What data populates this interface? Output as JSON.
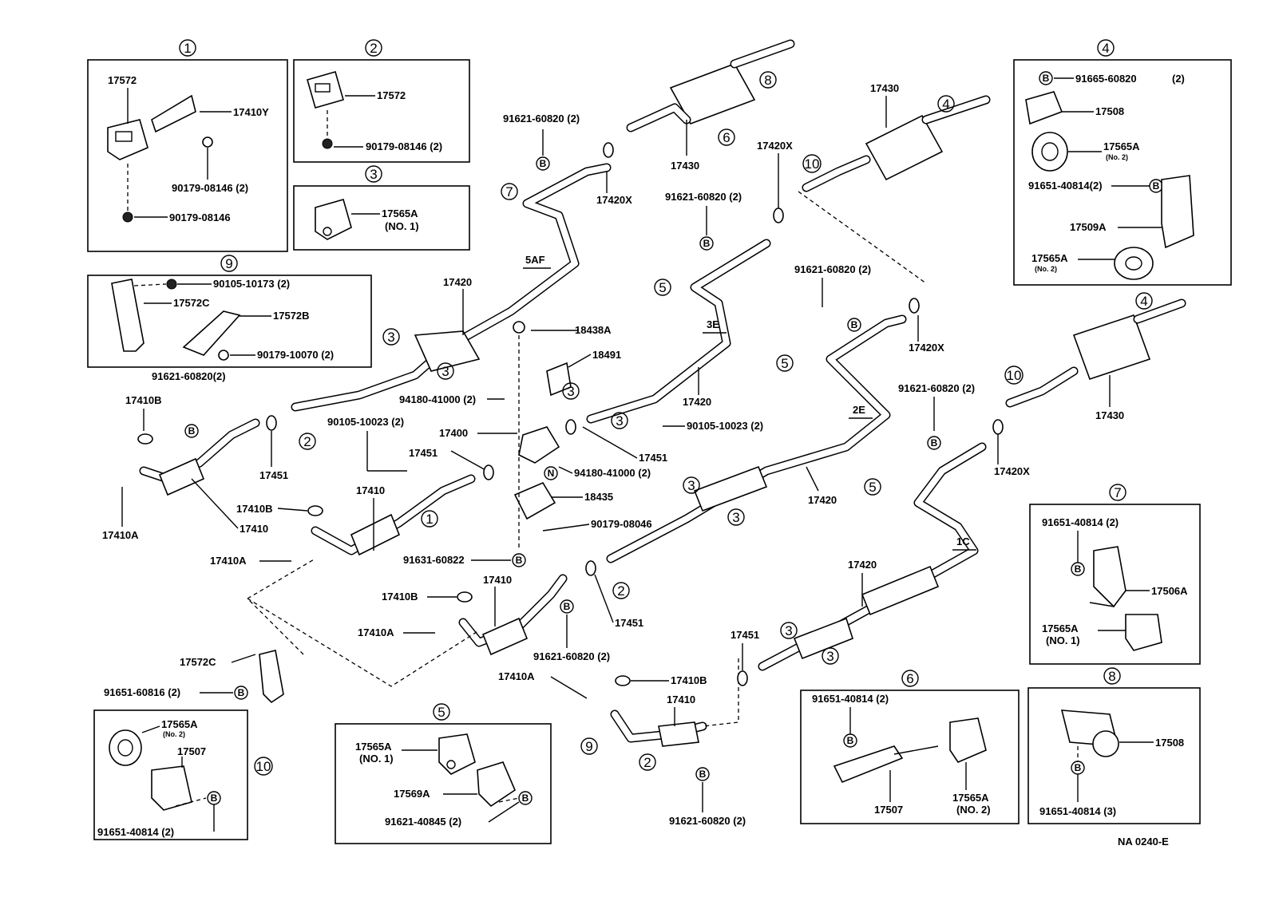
{
  "drawing_code": "NA 0240-E",
  "pipe_variants": [
    "5AF",
    "3E",
    "2E",
    "1C"
  ],
  "detail_boxes": {
    "box1": {
      "num": "1",
      "parts": [
        "17572",
        "17410Y",
        "90179-08146 (2)",
        "90179-08146"
      ]
    },
    "box2": {
      "num": "2",
      "parts": [
        "17572",
        "90179-08146 (2)"
      ]
    },
    "box3": {
      "num": "3",
      "parts": [
        "17565A",
        "(NO. 1)"
      ]
    },
    "box9": {
      "num": "9",
      "parts": [
        "90105-10173 (2)",
        "17572C",
        "17572B",
        "90179-10070 (2)",
        "91621-60820(2)"
      ]
    },
    "box4": {
      "num": "4",
      "parts": [
        "91665-60820",
        "(2)",
        "17508",
        "17565A",
        "(No. 2)",
        "91651-40814(2)",
        "17509A",
        "17565A",
        "(No. 2)"
      ]
    },
    "box7": {
      "num": "7",
      "parts": [
        "91651-40814 (2)",
        "17506A",
        "17565A",
        "(NO. 1)"
      ]
    },
    "box10": {
      "num": "10",
      "parts": [
        "17565A",
        "(No. 2)",
        "17507",
        "91651-40814 (2)"
      ]
    },
    "box5": {
      "num": "5",
      "parts": [
        "17565A",
        "(NO. 1)",
        "17569A",
        "91621-40845 (2)"
      ]
    },
    "box6": {
      "num": "6",
      "parts": [
        "91651-40814 (2)",
        "17507",
        "17565A",
        "(NO. 2)"
      ]
    },
    "box8": {
      "num": "8",
      "parts": [
        "17508",
        "91651-40814 (3)"
      ]
    }
  },
  "callouts": {
    "c_17420_a": "17420",
    "c_17420_b": "17420",
    "c_17420_c": "17420",
    "c_17420_d": "17420",
    "c_17430_a": "17430",
    "c_17430_b": "17430",
    "c_17430_c": "17430",
    "c_17420x_a": "17420X",
    "c_17420x_b": "17420X",
    "c_17420x_c": "17420X",
    "c_17420x_d": "17420X",
    "c_91621_a": "91621-60820 (2)",
    "c_91621_b": "91621-60820 (2)",
    "c_91621_c": "91621-60820 (2)",
    "c_91621_d": "91621-60820 (2)",
    "c_91621_e": "91621-60820 (2)",
    "c_91621_f": "91621-60820 (2)",
    "c_18438a": "18438A",
    "c_18491": "18491",
    "c_18435": "18435",
    "c_94180_a": "94180-41000 (2)",
    "c_94180_b": "94180-41000 (2)",
    "c_90105_a": "90105-10023 (2)",
    "c_90105_b": "90105-10023 (2)",
    "c_17400": "17400",
    "c_17451_a": "17451",
    "c_17451_b": "17451",
    "c_17451_c": "17451",
    "c_17451_d": "17451",
    "c_17451_e": "17451",
    "c_17410_a": "17410",
    "c_17410_b": "17410",
    "c_17410_c": "17410",
    "c_17410_d": "17410",
    "c_17410b_a": "17410B",
    "c_17410b_b": "17410B",
    "c_17410b_c": "17410B",
    "c_17410b_d": "17410B",
    "c_17410a_a": "17410A",
    "c_17410a_b": "17410A",
    "c_17410a_c": "17410A",
    "c_17410a_d": "17410A",
    "c_90179_08046": "90179-08046",
    "c_91631": "91631-60822",
    "c_17572c": "17572C",
    "c_91651_60816": "91651-60816 (2)"
  },
  "markers": {
    "bolt": "B",
    "nut": "N"
  }
}
